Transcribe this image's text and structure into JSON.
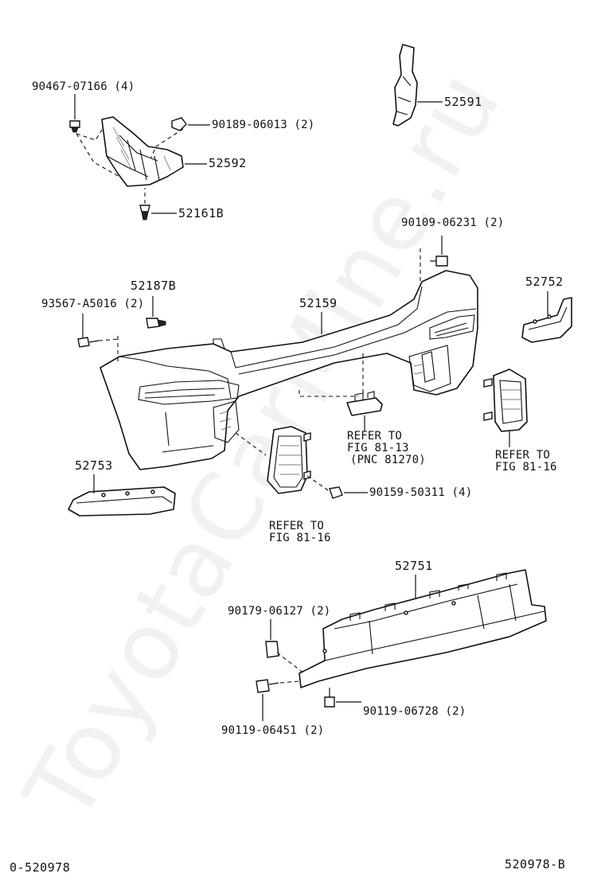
{
  "watermark": "ToyotaCarMine.ru",
  "footer": {
    "left_code": "0-520978",
    "right_code": "520978-B"
  },
  "labels": {
    "p90467": "90467-07166 (4)",
    "p90189": "90189-06013 (2)",
    "p52592": "52592",
    "p52161b": "52161B",
    "p52591": "52591",
    "p90109": "90109-06231 (2)",
    "p52752": "52752",
    "p52187b": "52187B",
    "p93567": "93567-A5016 (2)",
    "p52159": "52159",
    "ref8113_l1": "REFER TO",
    "ref8113_l2": "FIG 81-13",
    "ref8113_l3": "(PNC 81270)",
    "ref8116r_l1": "REFER TO",
    "ref8116r_l2": "FIG 81-16",
    "p52753": "52753",
    "p90159": "90159-50311 (4)",
    "ref8116c_l1": "REFER TO",
    "ref8116c_l2": "FIG 81-16",
    "p52751": "52751",
    "p90179": "90179-06127 (2)",
    "p90119_728": "90119-06728 (2)",
    "p90119_451": "90119-06451 (2)"
  }
}
